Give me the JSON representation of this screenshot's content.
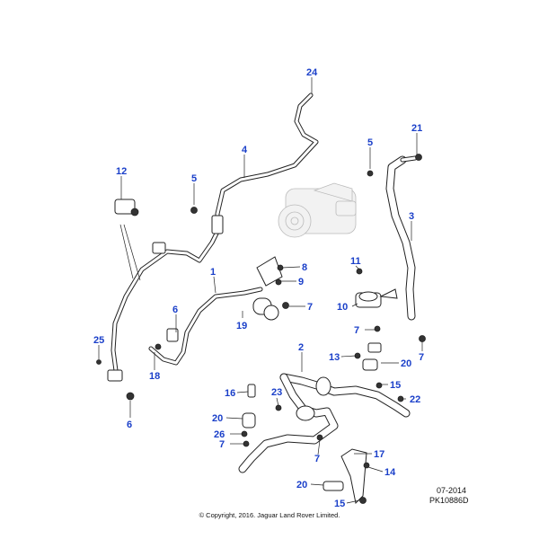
{
  "diagram": {
    "callouts": [
      {
        "id": "c24",
        "label": "24"
      },
      {
        "id": "c21",
        "label": "21"
      },
      {
        "id": "c5a",
        "label": "5"
      },
      {
        "id": "c4",
        "label": "4"
      },
      {
        "id": "c12",
        "label": "12"
      },
      {
        "id": "c5b",
        "label": "5"
      },
      {
        "id": "c3",
        "label": "3"
      },
      {
        "id": "c1",
        "label": "1"
      },
      {
        "id": "c8",
        "label": "8"
      },
      {
        "id": "c11",
        "label": "11"
      },
      {
        "id": "c9",
        "label": "9"
      },
      {
        "id": "c7a",
        "label": "7"
      },
      {
        "id": "c10",
        "label": "10"
      },
      {
        "id": "c6a",
        "label": "6"
      },
      {
        "id": "c19",
        "label": "19"
      },
      {
        "id": "c7b",
        "label": "7"
      },
      {
        "id": "c25",
        "label": "25"
      },
      {
        "id": "c13",
        "label": "13"
      },
      {
        "id": "c2",
        "label": "2"
      },
      {
        "id": "c20a",
        "label": "20"
      },
      {
        "id": "c7c",
        "label": "7"
      },
      {
        "id": "c18",
        "label": "18"
      },
      {
        "id": "c15a",
        "label": "15"
      },
      {
        "id": "c16",
        "label": "16"
      },
      {
        "id": "c23",
        "label": "23"
      },
      {
        "id": "c22",
        "label": "22"
      },
      {
        "id": "c6b",
        "label": "6"
      },
      {
        "id": "c20b",
        "label": "20"
      },
      {
        "id": "c26",
        "label": "26"
      },
      {
        "id": "c7d",
        "label": "7"
      },
      {
        "id": "c17",
        "label": "17"
      },
      {
        "id": "c7e",
        "label": "7"
      },
      {
        "id": "c14",
        "label": "14"
      },
      {
        "id": "c20c",
        "label": "20"
      },
      {
        "id": "c15b",
        "label": "15"
      }
    ],
    "date_code": "07-2014",
    "ref_code": "PK10886D",
    "copyright": "© Copyright, 2016. Jaguar Land Rover Limited."
  }
}
